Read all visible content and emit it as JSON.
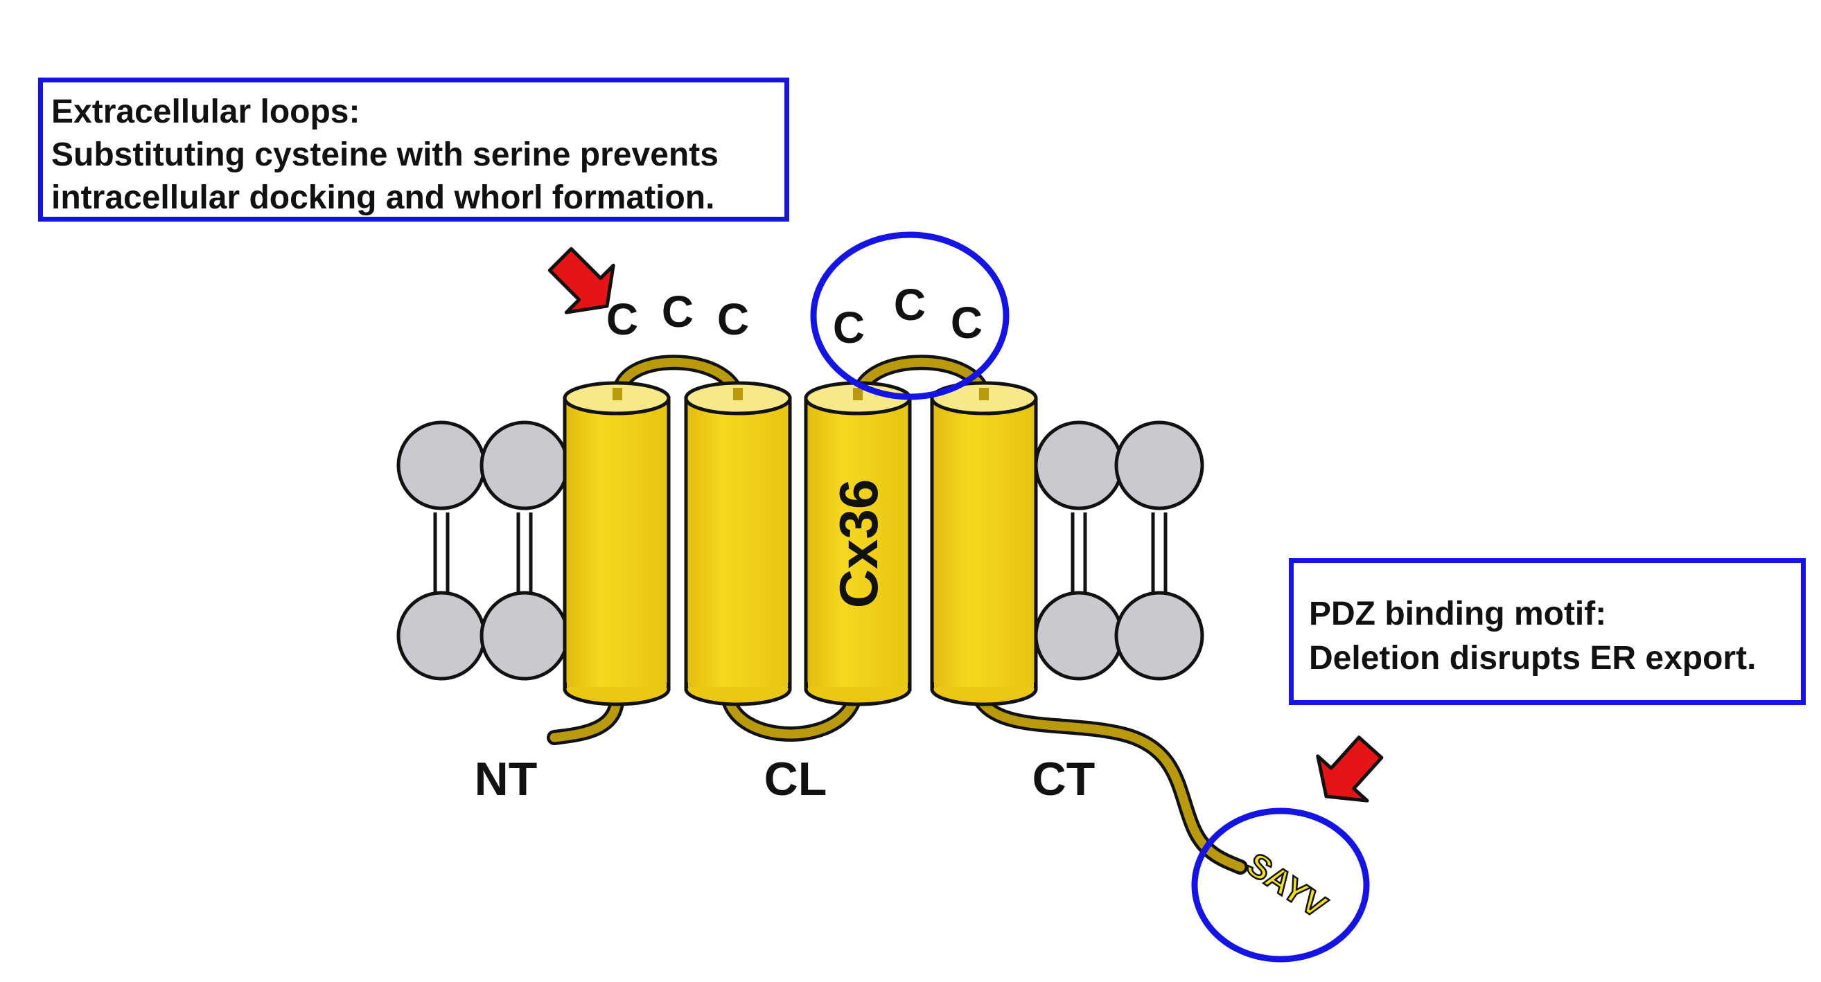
{
  "colors": {
    "helix_fill": "#f2d21a",
    "helix_top": "#f7e98a",
    "loop_strand": "#b89a0c",
    "lipid_head": "#c9c9cf",
    "highlight_circle": "#1414e6",
    "arrow": "#e61414",
    "text": "#111111"
  },
  "extracellular_box": {
    "title": "Extracellular loops:",
    "line1": "Substituting cysteine with serine prevents",
    "line2": "intracellular docking and whorl formation."
  },
  "pdz_box": {
    "title": "PDZ binding motif:",
    "line1": "Deletion disrupts ER export."
  },
  "protein": {
    "name": "Cx36",
    "loop1_residues": [
      "C",
      "C",
      "C"
    ],
    "loop2_residues": [
      "C",
      "C",
      "C"
    ],
    "terminal_labels": {
      "nt": "NT",
      "cl": "CL",
      "ct": "CT"
    },
    "motif": "SAYV"
  },
  "icons": {
    "lipid": "lipid-bilayer-molecule-icon",
    "arrow": "red-pointer-arrow-icon",
    "circle": "highlight-circle-icon"
  }
}
